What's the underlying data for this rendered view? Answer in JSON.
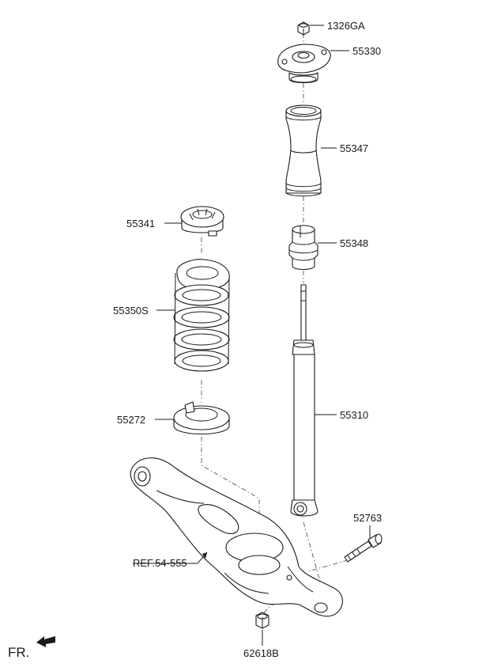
{
  "parts": [
    {
      "id": "nut",
      "label": "1326GA"
    },
    {
      "id": "mount",
      "label": "55330"
    },
    {
      "id": "dust-cover",
      "label": "55347"
    },
    {
      "id": "bump-stopper",
      "label": "55348"
    },
    {
      "id": "upper-pad",
      "label": "55341"
    },
    {
      "id": "coil-spring",
      "label": "55350S"
    },
    {
      "id": "shock",
      "label": "55310"
    },
    {
      "id": "lower-pad",
      "label": "55272"
    },
    {
      "id": "bolt",
      "label": "52763"
    },
    {
      "id": "lower-nut",
      "label": "62618B"
    }
  ],
  "reference": {
    "label": "REF.54-555"
  },
  "direction": {
    "label": "FR."
  }
}
